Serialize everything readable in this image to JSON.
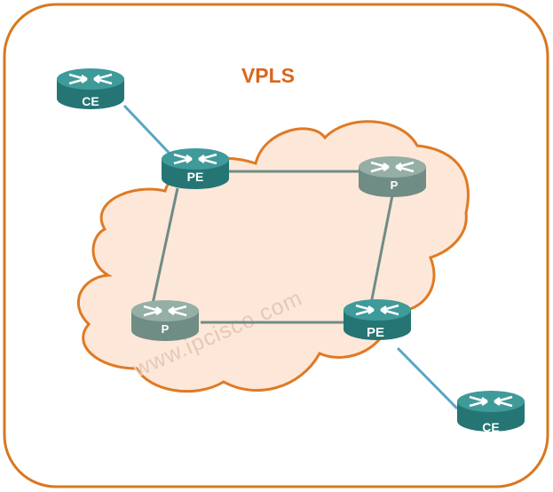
{
  "diagram": {
    "title": "VPLS",
    "watermark": "www.ipcisco.com",
    "colors": {
      "border": "#d9771f",
      "cloud_fill": "#fde7d8",
      "cloud_stroke": "#df7a24",
      "title": "#d9661b",
      "core_link": "#6f8c86",
      "access_link": "#5aa5c5",
      "teal_router_top": "#3f9a9a",
      "teal_router_side": "#257575",
      "gray_router_top": "#95aea6",
      "gray_router_side": "#6f8d84",
      "watermark": "#e3c9b8"
    },
    "routers": {
      "ce_top": {
        "label": "CE",
        "icon": "router-icon"
      },
      "pe_left": {
        "label": "PE",
        "icon": "router-icon"
      },
      "p_right": {
        "label": "P",
        "icon": "router-icon"
      },
      "p_left": {
        "label": "P",
        "icon": "router-icon"
      },
      "pe_right": {
        "label": "PE",
        "icon": "router-icon"
      },
      "ce_bottom": {
        "label": "CE",
        "icon": "router-icon"
      }
    }
  }
}
